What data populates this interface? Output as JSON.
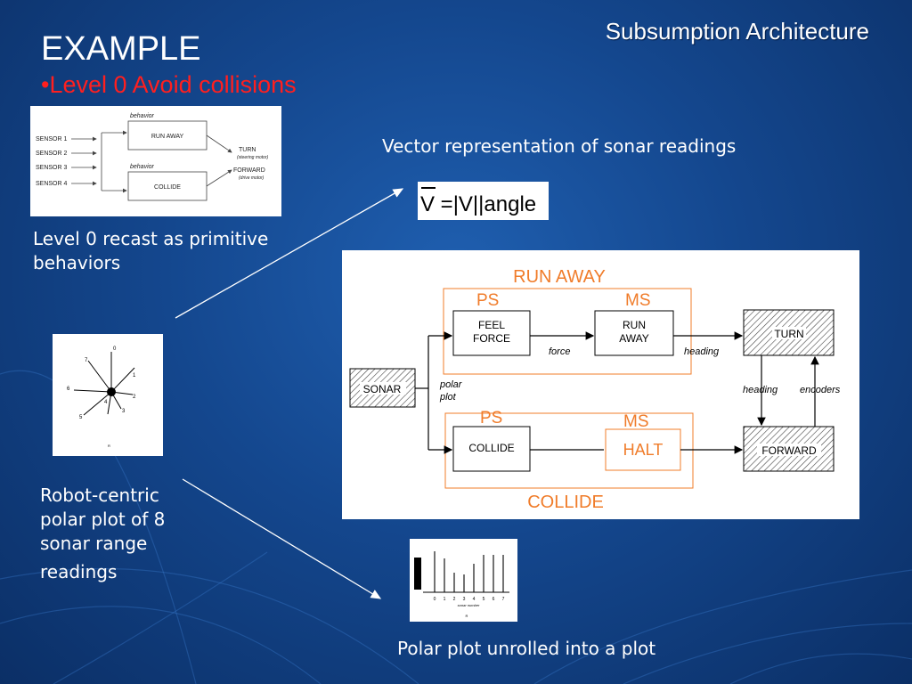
{
  "slide": {
    "header_title": "Subsumption Architecture",
    "title": "EXAMPLE",
    "subtitle_bullet": "•",
    "subtitle": "Level 0  Avoid collisions"
  },
  "level0_diagram": {
    "sensors": [
      "SENSOR 1",
      "SENSOR 2",
      "SENSOR 3",
      "SENSOR 4"
    ],
    "behavior_label_top": "behavior",
    "behavior_label_bottom": "behavior",
    "run_away": "RUN AWAY",
    "collide": "COLLIDE",
    "turn": "TURN",
    "turn_sub": "(steering motor)",
    "forward": "FORWARD",
    "forward_sub": "(drive motor)"
  },
  "captions": {
    "level0_recast": "Level 0 recast as primitive behaviors",
    "vector_representation": "Vector representation of sonar readings",
    "robot_centric": "Robot-centric polar plot of 8 sonar range",
    "robot_centric_last": "readings",
    "unrolled": "Polar plot unrolled into a plot"
  },
  "formula": {
    "text": "V =|V||angle",
    "v_char": "V"
  },
  "polar_plot": {
    "labels": [
      "0",
      "1",
      "2",
      "3",
      "4",
      "5",
      "6",
      "7"
    ],
    "origin_label": "R"
  },
  "unrolled_plot": {
    "tick_labels": [
      "0",
      "1",
      "2",
      "3",
      "4",
      "5",
      "6",
      "7"
    ],
    "axis_label": "sonar number",
    "sub_label": "R"
  },
  "behavior_diagram": {
    "run_away_title": "RUN AWAY",
    "collide_title": "COLLIDE",
    "ps_top": "PS",
    "ms_top": "MS",
    "ps_bottom": "PS",
    "ms_bottom": "MS",
    "feel_force": [
      "FEEL",
      "FORCE"
    ],
    "run_away_box": [
      "RUN",
      "AWAY"
    ],
    "collide_box": "COLLIDE",
    "halt_box": "HALT",
    "sonar": "SONAR",
    "turn": "TURN",
    "forward": "FORWARD",
    "label_force": "force",
    "label_heading_top": "heading",
    "label_polar": [
      "polar",
      "plot"
    ],
    "label_heading_side": "heading",
    "label_encoders": "encoders"
  },
  "colors": {
    "accent_red": "#ff1f1f",
    "diagram_orange": "#f07c2a"
  }
}
